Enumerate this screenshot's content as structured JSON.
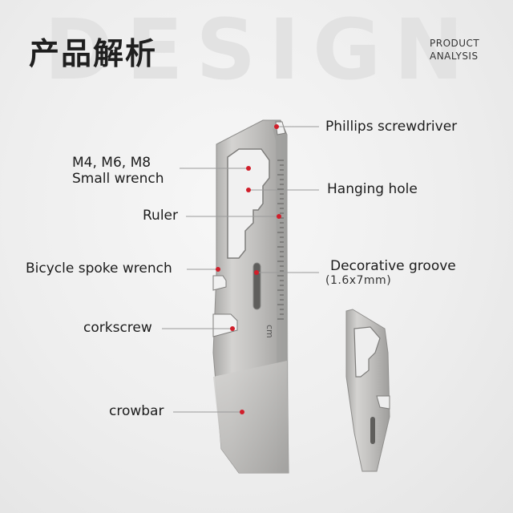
{
  "header": {
    "title": "产品解析",
    "watermark": "DESIGN",
    "subtitle_line1": "PRODUCT",
    "subtitle_line2": "ANALYSIS"
  },
  "labels": {
    "phillips": "Phillips screwdriver",
    "wrench_line1": "M4, M6, M8",
    "wrench_line2": "Small wrench",
    "hanging_hole": "Hanging hole",
    "ruler": "Ruler",
    "spoke_wrench": "Bicycle spoke wrench",
    "groove": "Decorative groove",
    "groove_size": "(1.6x7mm)",
    "corkscrew": "corkscrew",
    "crowbar": "crowbar"
  },
  "tool": {
    "ruler_unit": "cm"
  },
  "colors": {
    "marker": "#d11e2a",
    "metal": "#b9b8b6"
  }
}
